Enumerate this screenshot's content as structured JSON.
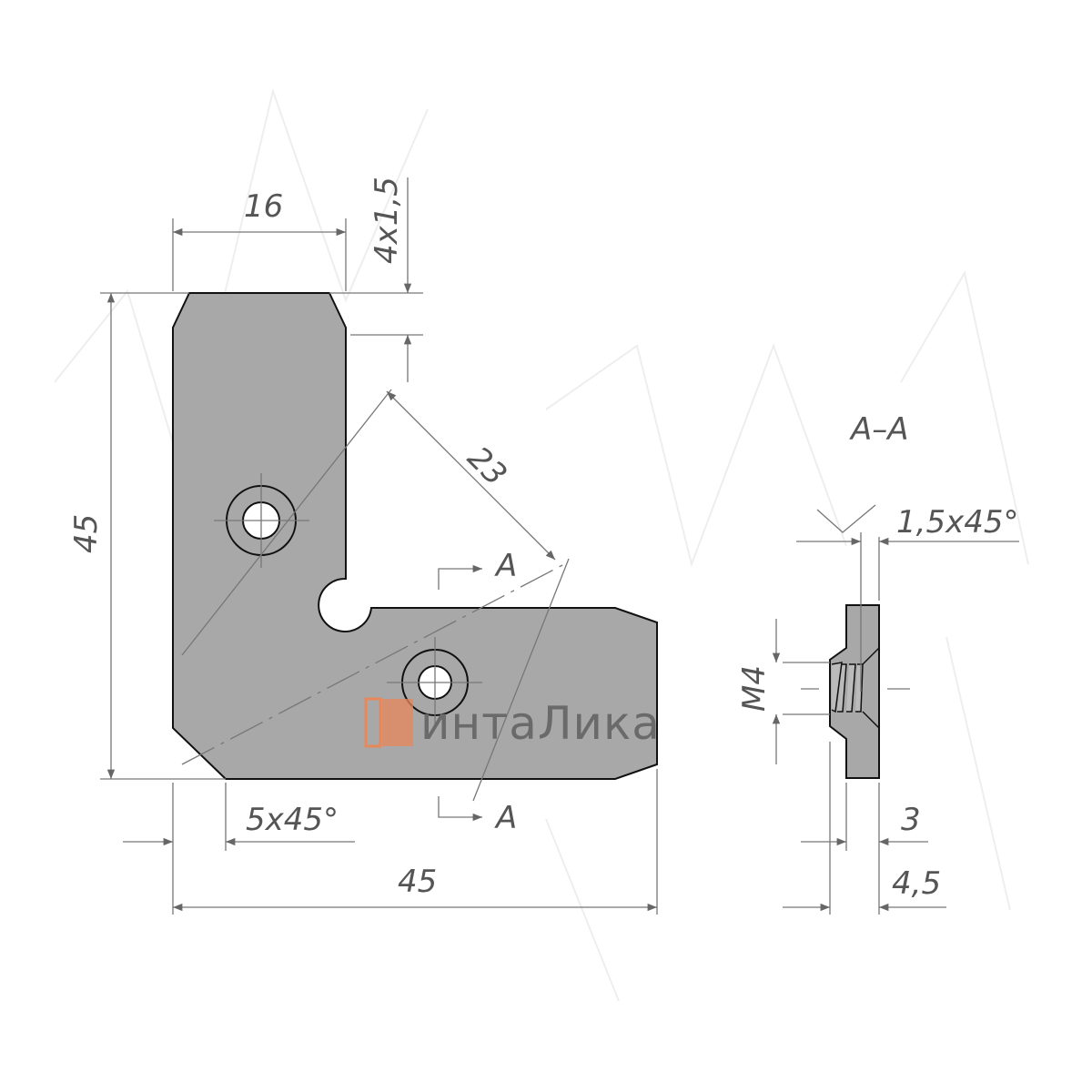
{
  "drawing": {
    "dims": {
      "width_top": "16",
      "chamfer_top": "4x1,5",
      "height": "45",
      "diagonal": "23",
      "chamfer_bottom": "5x45°",
      "width": "45"
    },
    "section_marks": {
      "top": "A",
      "bottom": "A"
    },
    "section_view": {
      "title": "A–A",
      "chamfer": "1,5x45°",
      "thread": "M4",
      "thickness_inner": "3",
      "thickness_total": "4,5"
    },
    "watermark": {
      "logo_text": "интаЛика",
      "logo_color": "#e8875a"
    }
  }
}
